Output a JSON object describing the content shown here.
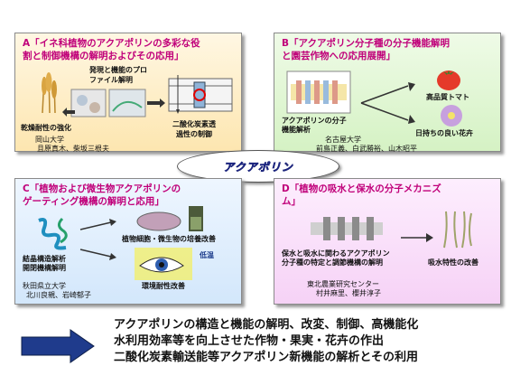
{
  "center_label": "アクアポリン",
  "box_a": {
    "title_line1": "A「イネ科植物のアクアポリンの多彩な役",
    "title_line2": "割と制御機構の解明およびその応用」",
    "label_profile_1": "発現と機能のプロ",
    "label_profile_2": "ファイル解明",
    "label_drought": "乾燥耐性の強化",
    "label_co2_1": "二酸化炭素透",
    "label_co2_2": "過性の制御",
    "affiliation": "岡山大学",
    "members": "且原真木、柴坂三根夫"
  },
  "box_b": {
    "title_line1": "B「アクアポリン分子種の分子機能解明",
    "title_line2": "と園芸作物への応用展開」",
    "label_tomato": "高品質トマト",
    "label_flower": "日持ちの良い花卉",
    "label_analysis_1": "アクアポリンの分子",
    "label_analysis_2": "機能解析",
    "affiliation": "名古屋大学",
    "members": "前島正義、白武勝裕、山木昭平"
  },
  "box_c": {
    "title_line1": "C「植物および微生物アクアポリンの",
    "title_line2": "ゲーティング機構の解明と応用」",
    "label_culture": "植物細胞・微生物の培養改善",
    "label_structure_1": "結晶構造解析",
    "label_structure_2": "開閉機構解明",
    "label_lowtemp": "低温",
    "label_env": "環境耐性改善",
    "affiliation": "秋田県立大学",
    "members": "北川良親、岩崎郁子"
  },
  "box_d": {
    "title_line1": "D「植物の吸水と保水の分子メカニズ",
    "title_line2": "ム」",
    "label_mech_1": "保水と吸水に関わるアクアポリン",
    "label_mech_2": "分子種の特定と調節機構の解明",
    "label_trait": "吸水特性の改善",
    "affiliation": "東北農業研究センター",
    "members": "村井麻里、櫻井淳子"
  },
  "summary": [
    "アクアポリンの構造と機能の解明、改変、制御、高機能化",
    "水利用効率等を向上させた作物・果実・花卉の作出",
    "二酸化炭素輸送能等アクアポリン新機能の解析とその利用"
  ],
  "colors": {
    "title": "#c0007a",
    "box_a_bg": "#fde6b0",
    "box_b_bg": "#d5f2c4",
    "box_c_bg": "#d3e7fb",
    "box_d_bg": "#f6d2f6",
    "center_text": "#ffe600"
  },
  "icons": [
    "wheat-icon",
    "leaf-cell-icon",
    "membrane-icon",
    "tomato-icon",
    "flower-icon",
    "protein-structure-icon",
    "petri-dish-icon",
    "eye-icon",
    "roots-icon",
    "big-arrow-icon"
  ]
}
